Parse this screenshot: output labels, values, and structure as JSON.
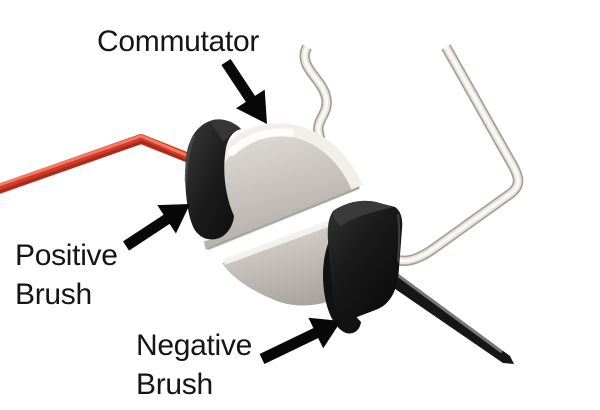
{
  "diagram": {
    "subject": "DC motor commutator and brushes",
    "background": "#ffffff",
    "labels": {
      "commutator": "Commutator",
      "positive_brush": "Positive\nBrush",
      "negative_brush": "Negative\nBrush"
    },
    "annotations": [
      {
        "label": "Commutator",
        "points_to": "commutator-cylinder"
      },
      {
        "label": "Positive Brush",
        "points_to": "positive-brush-block"
      },
      {
        "label": "Negative Brush",
        "points_to": "negative-brush-block"
      }
    ],
    "colors": {
      "positive_wire_red": "#d23a27",
      "negative_wire_black": "#161616",
      "brush_black": "#1c1c1c",
      "metal_highlight": "#f4f2ef",
      "metal_face_gray": "#c6c1bc",
      "arrow_black": "#080808",
      "text_black": "#151515",
      "background_white": "#ffffff"
    }
  }
}
